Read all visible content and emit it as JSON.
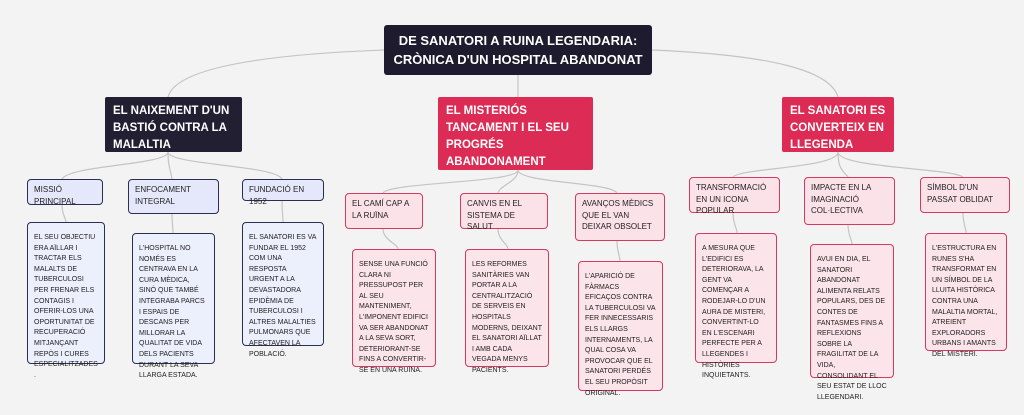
{
  "root": {
    "title_line1": "DE SANATORI A RUINA LEGENDARIA:",
    "title_line2": "CRÒNICA D'UN HOSPITAL ABANDONAT"
  },
  "branches": [
    {
      "title": "EL NAIXEMENT D'UN BASTIÓ CONTRA LA MALALTIA",
      "children": [
        {
          "label": "MISSIÓ PRINCIPAL",
          "detail": "EL SEU OBJECTIU ERA AÏLLAR I TRACTAR ELS MALALTS DE TUBERCULOSI PER FRENAR ELS CONTAGIS I OFERIR-LOS UNA OPORTUNITAT DE RECUPERACIÓ MITJANÇANT REPÒS I CURES ESPECIALITZADES."
        },
        {
          "label": "ENFOCAMENT INTEGRAL",
          "detail": "L'HOSPITAL NO NOMÉS ES CENTRAVA EN LA CURA MÈDICA, SINÓ QUE TAMBÉ INTEGRABA PARCS I ESPAIS DE DESCANS PER MILLORAR LA QUALITAT DE VIDA DELS PACIENTS DURANT LA SEVA LLARGA ESTADA."
        },
        {
          "label": "FUNDACIÓ EN 1952",
          "detail": "EL SANATORI ES VA FUNDAR EL 1952 COM UNA RESPOSTA URGENT A LA DEVASTADORA EPIDÈMIA DE TUBERCULOSI I ALTRES MALALTIES PULMONARS QUE AFECTAVEN LA POBLACIÓ."
        }
      ]
    },
    {
      "title": "EL MISTERIÓS TANCAMENT I EL SEU PROGRÉS ABANDONAMENT",
      "children": [
        {
          "label": "EL CAMÍ CAP A LA RUÏNA",
          "detail": "SENSE UNA FUNCIÓ CLARA NI PRESSUPOST PER AL SEU MANTENIMENT, L'IMPONENT EDIFICI VA SER ABANDONAT A LA SEVA SORT, DETERIORANT-SE FINS A CONVERTIR-SE EN UNA RUÏNA."
        },
        {
          "label": "CANVIS EN EL SISTEMA DE SALUT",
          "detail": "LES REFORMES SANITÀRIES VAN PORTAR A LA CENTRALITZACIÓ DE SERVEIS EN HOSPITALS MODERNS, DEIXANT EL SANATORI AÏLLAT I AMB CADA VEGADA MENYS PACIENTS."
        },
        {
          "label": "AVANÇOS MÈDICS QUE EL VAN DEIXAR OBSOLET",
          "detail": "L'APARICIÓ DE FÀRMACS EFICAÇOS CONTRA LA TUBERCULOSI VA FER INNECESSARIS ELS LLARGS INTERNAMENTS, LA QUAL COSA VA PROVOCAR QUE EL SANATORI PERDÉS EL SEU PROPÒSIT ORIGINAL."
        }
      ]
    },
    {
      "title": "EL SANATORI ES CONVERTEIX EN LLEGENDA",
      "children": [
        {
          "label": "TRANSFORMACIÓ EN UN ICONA POPULAR",
          "detail": "A MESURA QUE L'EDIFICI ES DETERIORAVA, LA GENT VA COMENÇAR A RODEJAR-LO D'UN AURA DE MISTERI, CONVERTINT-LO EN L'ESCENARI PERFECTE PER A LLEGENDES I HISTÒRIES INQUIETANTS."
        },
        {
          "label": "IMPACTE EN LA IMAGINACIÓ COL·LECTIVA",
          "detail": "AVUI EN DIA, EL SANATORI ABANDONAT ALIMENTA RELATS POPULARS, DES DE CONTES DE FANTASMES FINS A REFLEXIONS SOBRE LA FRAGILITAT DE LA VIDA, CONSOLIDANT EL SEU ESTAT DE LLOC LLEGENDARI."
        },
        {
          "label": "SÍMBOL D'UN PASSAT OBLIDAT",
          "detail": "L'ESTRUCTURA EN RUNES S'HA TRANSFORMAT EN UN SÍMBOL DE LA LLUITA HISTÒRICA CONTRA UNA MALALTIA MORTAL, ATREIENT EXPLORADORS URBANS I AMANTS DEL MISTERI."
        }
      ]
    }
  ]
}
